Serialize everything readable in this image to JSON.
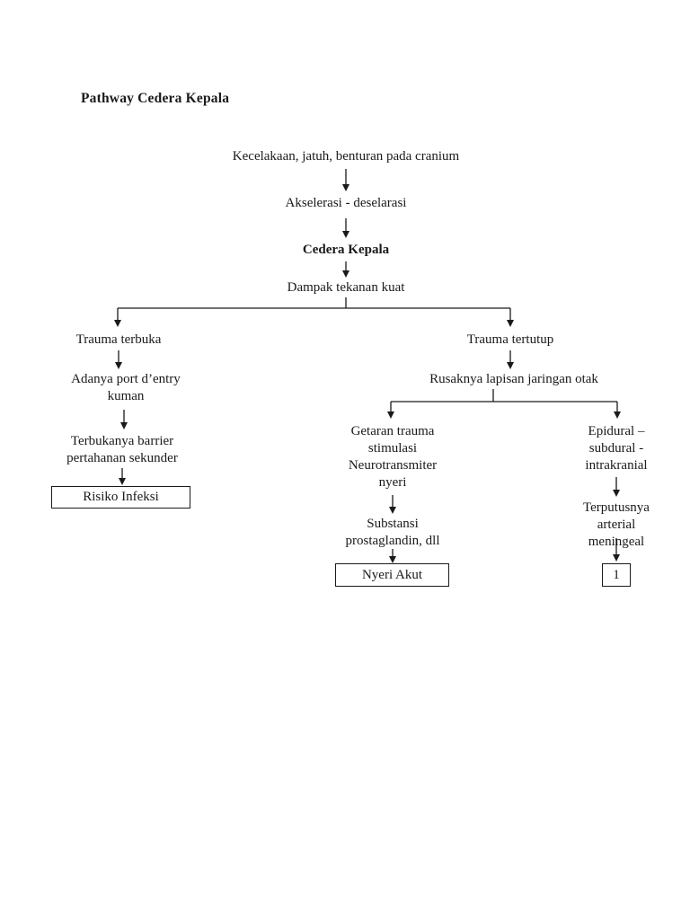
{
  "page": {
    "background": "#ffffff",
    "ink_color": "#1a1a1a",
    "title": "Pathway Cedera Kepala"
  },
  "flowchart": {
    "root_chain": {
      "trigger": "Kecelakaan, jatuh, benturan pada cranium",
      "akselerasi": "Akselerasi - deselarasi",
      "cedera_kepala": "Cedera Kepala",
      "dampak": "Dampak tekanan kuat"
    },
    "left_branch": {
      "trauma_terbuka": "Trauma terbuka",
      "port_entry": "Adanya port d’entry\nkuman",
      "barrier": "Terbukanya barrier\npertahanan sekunder",
      "risiko_infeksi": "Risiko Infeksi"
    },
    "right_branch": {
      "trauma_tertutup": "Trauma tertutup",
      "rusaknya": "Rusaknya lapisan jaringan otak",
      "nyeri_path": {
        "getaran": "Getaran trauma\nstimulasi\nNeurotransmiter\nnyeri",
        "substansi": "Substansi\nprostaglandin, dll",
        "nyeri_akut": "Nyeri Akut"
      },
      "epidural_path": {
        "epidural": "Epidural –\nsubdural -\nintrakranial",
        "terputusnya": "Terputusnya\narterial meningeal",
        "outcome": "1"
      }
    }
  }
}
